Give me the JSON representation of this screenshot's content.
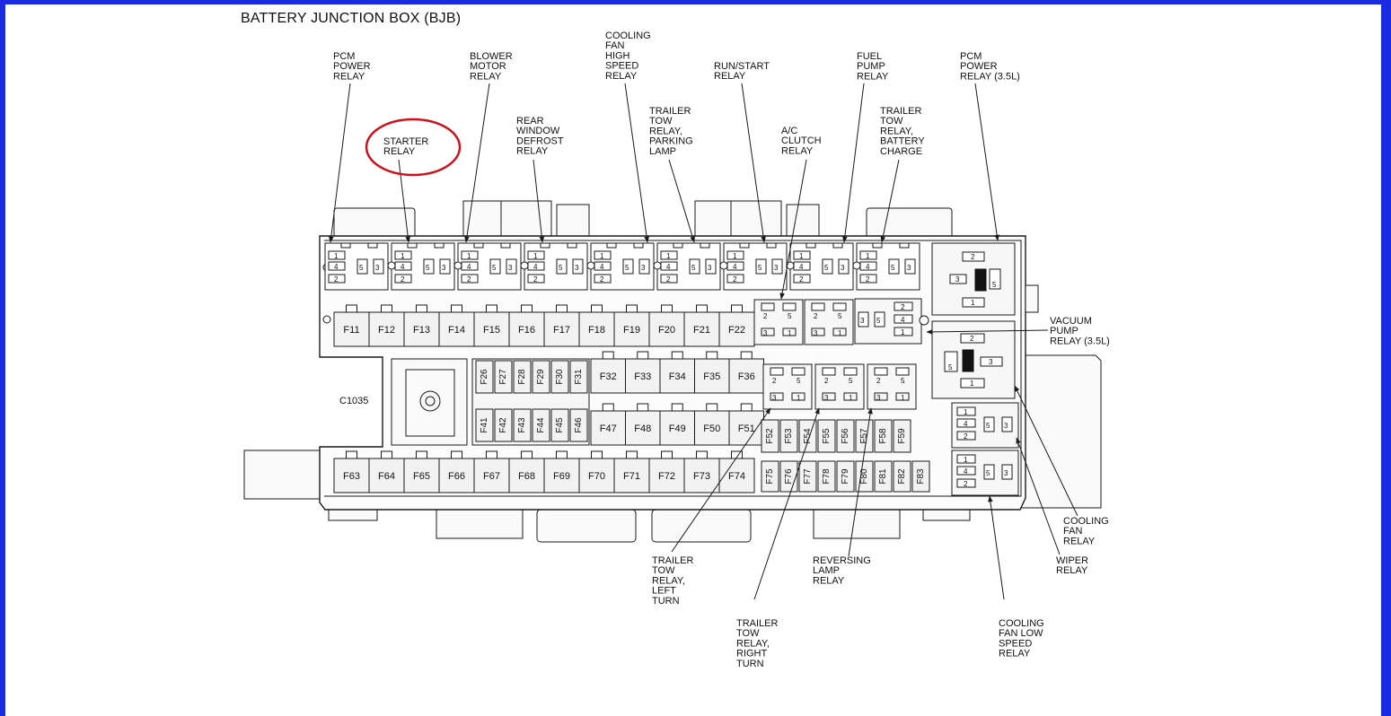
{
  "title": "BATTERY JUNCTION BOX (BJB)",
  "connector": "C1035",
  "callouts": {
    "pcm_power_relay": [
      "PCM",
      "POWER",
      "RELAY"
    ],
    "starter_relay": [
      "STARTER",
      "RELAY"
    ],
    "blower_motor_relay": [
      "BLOWER",
      "MOTOR",
      "RELAY"
    ],
    "rear_window_defrost_relay": [
      "REAR",
      "WINDOW",
      "DEFROST",
      "RELAY"
    ],
    "cooling_fan_high_speed_relay": [
      "COOLING",
      "FAN",
      "HIGH",
      "SPEED",
      "RELAY"
    ],
    "trailer_tow_relay_parking_lamp": [
      "TRAILER",
      "TOW",
      "RELAY,",
      "PARKING",
      "LAMP"
    ],
    "run_start_relay": [
      "RUN/START",
      "RELAY"
    ],
    "ac_clutch_relay": [
      "A/C",
      "CLUTCH",
      "RELAY"
    ],
    "fuel_pump_relay": [
      "FUEL",
      "PUMP",
      "RELAY"
    ],
    "trailer_tow_relay_battery_charge": [
      "TRAILER",
      "TOW",
      "RELAY,",
      "BATTERY",
      "CHARGE"
    ],
    "pcm_power_relay_35l": [
      "PCM",
      "POWER",
      "RELAY (3.5L)"
    ],
    "vacuum_pump_relay": [
      "VACUUM",
      "PUMP",
      "RELAY (3.5L)"
    ],
    "cooling_fan_relay": [
      "COOLING",
      "FAN",
      "RELAY"
    ],
    "wiper_relay": [
      "WIPER",
      "RELAY"
    ],
    "cooling_fan_low_speed_relay": [
      "COOLING",
      "FAN LOW",
      "SPEED",
      "RELAY"
    ],
    "trailer_tow_relay_left_turn": [
      "TRAILER",
      "TOW",
      "RELAY,",
      "LEFT",
      "TURN"
    ],
    "trailer_tow_relay_right_turn": [
      "TRAILER",
      "TOW",
      "RELAY,",
      "RIGHT",
      "TURN"
    ],
    "reversing_lamp_relay": [
      "REVERSING",
      "LAMP",
      "RELAY"
    ]
  },
  "fuses": {
    "row_top": [
      "F11",
      "F12",
      "F13",
      "F14",
      "F15",
      "F16",
      "F17",
      "F18",
      "F19",
      "F20",
      "F21",
      "F22"
    ],
    "mini_upper": [
      "F26",
      "F27",
      "F28",
      "F29",
      "F30",
      "F31"
    ],
    "mid_upper": [
      "F32",
      "F33",
      "F34",
      "F35",
      "F36"
    ],
    "mini_lower": [
      "F41",
      "F42",
      "F43",
      "F44",
      "F45",
      "F46"
    ],
    "mid_lower": [
      "F47",
      "F48",
      "F49",
      "F50",
      "F51"
    ],
    "mini_right_upper": [
      "F52",
      "F53",
      "F54",
      "F55",
      "F56",
      "F57",
      "F58",
      "F59"
    ],
    "row_bottom": [
      "F63",
      "F64",
      "F65",
      "F66",
      "F67",
      "F68",
      "F69",
      "F70",
      "F71",
      "F72",
      "F73",
      "F74"
    ],
    "mini_right_lower": [
      "F75",
      "F76",
      "F77",
      "F78",
      "F79",
      "F80",
      "F81",
      "F82",
      "F83"
    ]
  },
  "pins": {
    "p1": "1",
    "p2": "2",
    "p3": "3",
    "p4": "4",
    "p5": "5"
  },
  "colors": {
    "frame": "#1a2ae0",
    "highlight": "#d0101a",
    "line": "#1a1a1a",
    "cell": "#f2f2f2"
  }
}
